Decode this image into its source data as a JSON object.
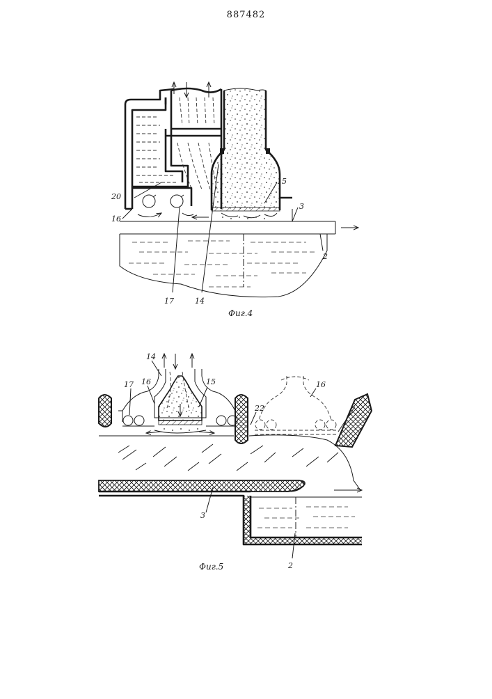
{
  "header": {
    "patent_number": "887482"
  },
  "figures": [
    {
      "caption": "Фиг.4",
      "labels": [
        "20",
        "16",
        "17",
        "14",
        "15",
        "3",
        "2"
      ]
    },
    {
      "caption": "Фиг.5",
      "labels": [
        "14",
        "17",
        "16",
        "15",
        "22",
        "16",
        "3",
        "2"
      ]
    }
  ],
  "colors": {
    "ink": "#1a1a1a",
    "paper": "#ffffff"
  }
}
